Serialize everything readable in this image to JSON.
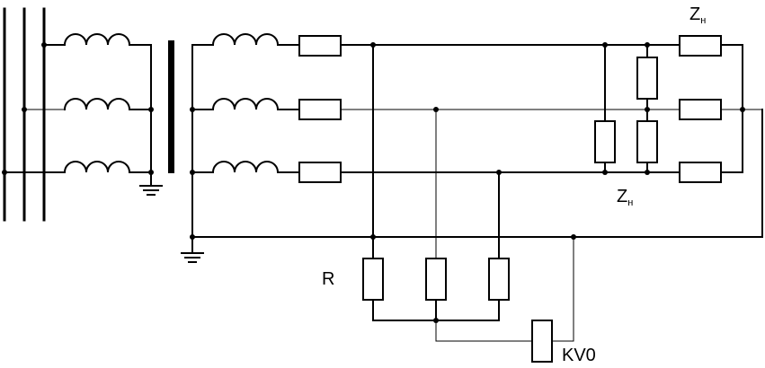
{
  "labels": {
    "load_impedance": "Z",
    "load_impedance_sub": "н",
    "resistor": "R",
    "relay": "KV0"
  }
}
